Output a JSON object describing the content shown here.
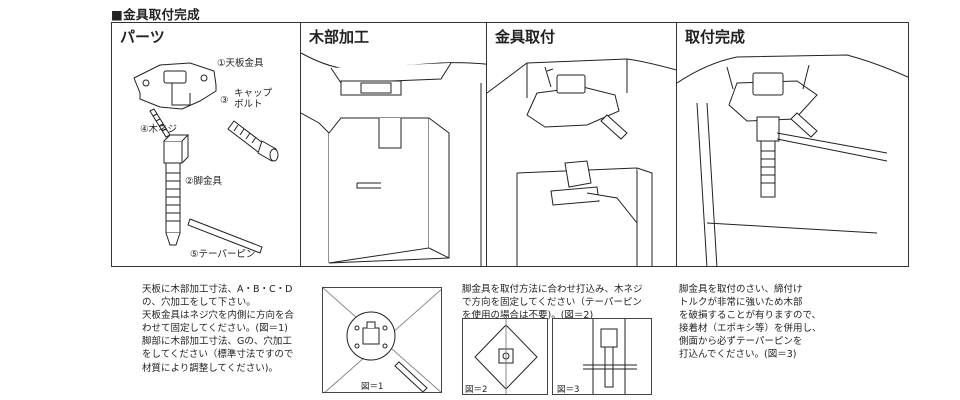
{
  "heading": "■金具取付完成",
  "panels": {
    "parts": {
      "title": "パーツ",
      "label_1": "①天板金具",
      "label_3_num": "③",
      "label_3_l1": "キャップ",
      "label_3_l2": "ボルト",
      "label_4": "④木ネジ",
      "label_2": "②脚金具",
      "label_5": "⑤テーパーピン"
    },
    "wood": {
      "title": "木部加工"
    },
    "mount": {
      "title": "金具取付"
    },
    "done": {
      "title": "取付完成"
    }
  },
  "descriptions": {
    "col1": "天板に木部加工寸法、A・B・C・D\nの、穴加工をして下さい。\n天板金具はネジ穴を内側に方向を合\nわせて固定してください。(図＝1)\n脚部に木部加工寸法、Gの、穴加工\nをしてください（標準寸法ですので\n材質により調整してください)。",
    "col2": "脚金具を取付方法に合わせ打込み、木ネジ\nで方向を固定してください（テーパーピン\nを使用の場合は不要)。(図＝2)",
    "col3": "脚金具を取付のさい、締付け\nトルクが非常に強いため木部\nを破損することが有りますので、\n接着材（エポキシ等）を併用し、\n側面から必ずテーパーピンを\n打込んでください。(図＝3)"
  },
  "figures": {
    "fig1": "図＝1",
    "fig2": "図＝2",
    "fig3": "図＝3"
  }
}
